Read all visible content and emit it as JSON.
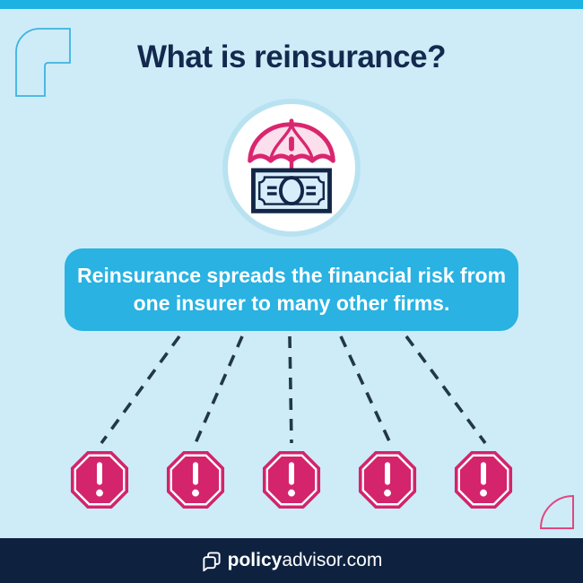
{
  "page": {
    "background_color": "#cdecf8",
    "accent_bar_color": "#1cb2e4"
  },
  "header": {
    "title": "What is reinsurance?",
    "title_color": "#14294e"
  },
  "hero": {
    "icon": "umbrella-money-icon",
    "umbrella_stroke_color": "#d9266f",
    "umbrella_fill_color": "#fbdfec",
    "banknote_stroke_color": "#132647",
    "banknote_fill_color": "#d8edfa",
    "circle_ring_color": "#b9e2f1"
  },
  "callout": {
    "line1": "Reinsurance spreads the financial risk from",
    "line2": "one insurer to many other firms.",
    "background_color": "#29b2e2",
    "text_color": "#ffffff"
  },
  "distribution": {
    "connector_style": "dashed",
    "connector_color": "#223747",
    "risk_icon": "alert-octagon-icon",
    "risk_icon_count": 5,
    "risk_icon_color": "#d3246c"
  },
  "footer": {
    "icon": "policyadvisor-logo-icon",
    "brand_bold": "policy",
    "brand_rest": "advisor.com",
    "background_color": "#0e2240"
  },
  "decorations": {
    "top_left": "rounded-corner-outline",
    "top_left_color": "#3fb2e0",
    "bottom_right": "quarter-circle-outline",
    "bottom_right_color": "#e0487f"
  }
}
